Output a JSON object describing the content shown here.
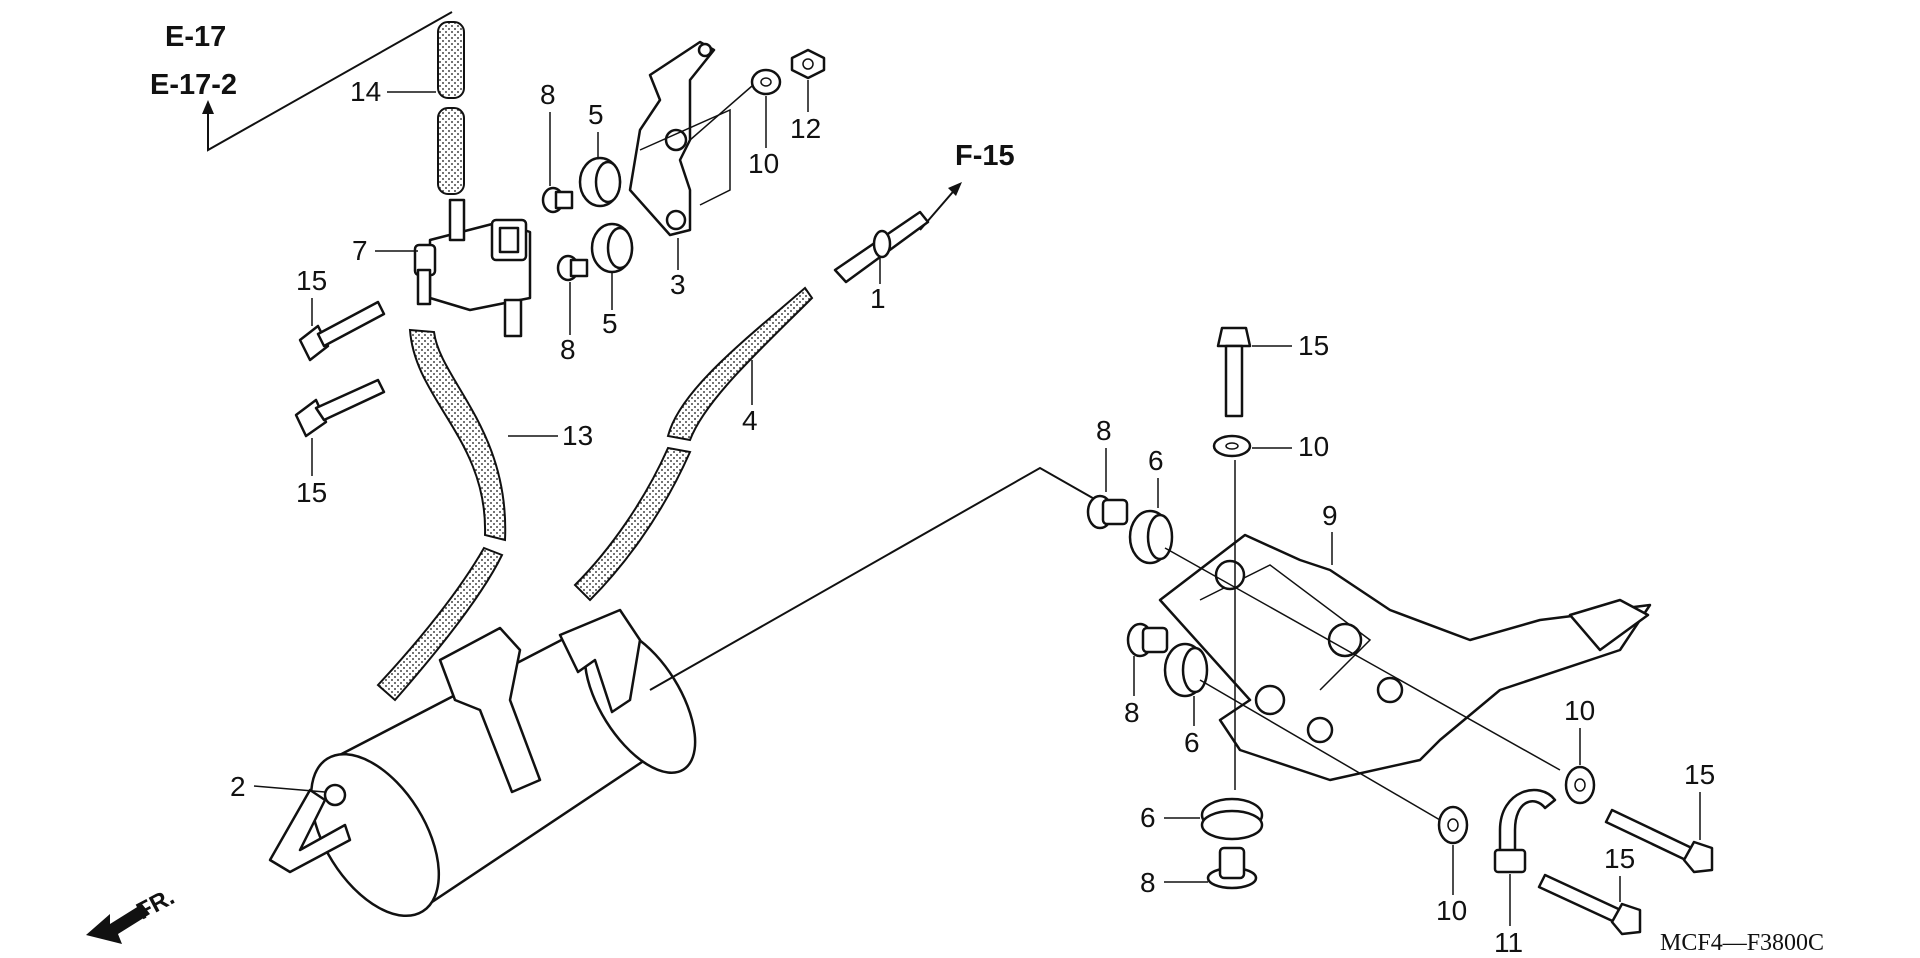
{
  "refs": {
    "e17": "E-17",
    "e17_2": "E-17-2",
    "f15": "F-15"
  },
  "callouts": {
    "p1": "1",
    "p2": "2",
    "p3": "3",
    "p4": "4",
    "p5a": "5",
    "p5b": "5",
    "p6a": "6",
    "p6b": "6",
    "p6c": "6",
    "p7": "7",
    "p8a": "8",
    "p8b": "8",
    "p8c": "8",
    "p8d": "8",
    "p8e": "8",
    "p9": "9",
    "p10a": "10",
    "p10b": "10",
    "p10c": "10",
    "p10d": "10",
    "p11": "11",
    "p12": "12",
    "p13": "13",
    "p14": "14",
    "p15a": "15",
    "p15b": "15",
    "p15c": "15",
    "p15d": "15",
    "p15e": "15"
  },
  "front_marker": "FR.",
  "diagram_code": "MCF4—F3800C"
}
